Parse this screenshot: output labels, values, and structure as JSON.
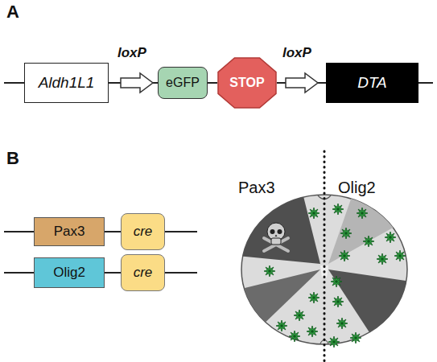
{
  "diagram": {
    "nodes": [
      {
        "text": [
          "Aldh1L1"
        ]
      },
      {
        "text": [
          "eGFP"
        ]
      },
      {
        "text": [
          "STOP"
        ]
      },
      {
        "text": [
          "DTA"
        ]
      },
      {
        "text": [
          "Pax3"
        ]
      },
      {
        "text": [
          "cre"
        ]
      },
      {
        "text": [
          "Olig2"
        ]
      },
      {
        "text": [
          "cre"
        ]
      }
    ],
    "edges": [
      {
        "from": 0,
        "to": 1,
        "arrow": "none"
      },
      {
        "from": 1,
        "to": 2,
        "arrow": "none"
      },
      {
        "from": 2,
        "to": 3,
        "arrow": "none"
      },
      {
        "from": 4,
        "to": 5,
        "arrow": "none"
      },
      {
        "from": 6,
        "to": 7,
        "arrow": "none"
      }
    ],
    "labels": [
      "A",
      "loxP",
      "loxP",
      "B",
      "Pax3",
      "Olig2"
    ]
  }
}
